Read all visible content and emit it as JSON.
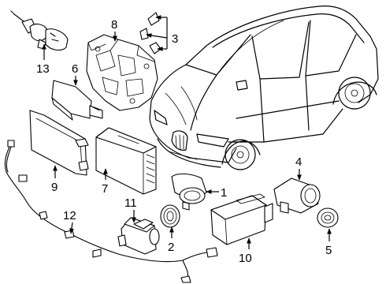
{
  "callouts": [
    "1",
    "2",
    "3",
    "4",
    "5",
    "6",
    "7",
    "8",
    "9",
    "10",
    "11",
    "12",
    "13"
  ],
  "icons": {
    "bulb": "headlight-bulb-icon",
    "car": "sedan-outline-icon"
  }
}
